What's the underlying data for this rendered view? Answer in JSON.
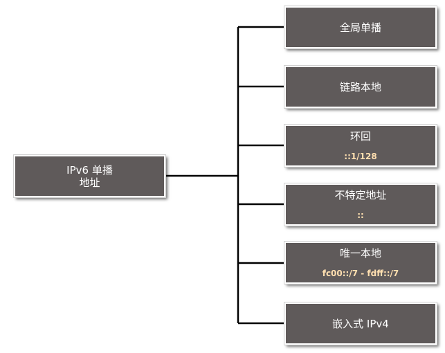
{
  "root": {
    "line1": "IPv6 单播",
    "line2": "地址"
  },
  "children": [
    {
      "label": "全局单播",
      "sub": ""
    },
    {
      "label": "链路本地",
      "sub": ""
    },
    {
      "label": "环回",
      "sub": "::1/128"
    },
    {
      "label": "不特定地址",
      "sub": "::"
    },
    {
      "label": "唯一本地",
      "sub": "fc00::/7 - fdff::/7"
    },
    {
      "label": "嵌入式 IPv4",
      "sub": ""
    }
  ],
  "colors": {
    "box": "#5f5a5a",
    "text": "#ffffff",
    "subtext": "#ffdfb0",
    "line": "#000000"
  }
}
